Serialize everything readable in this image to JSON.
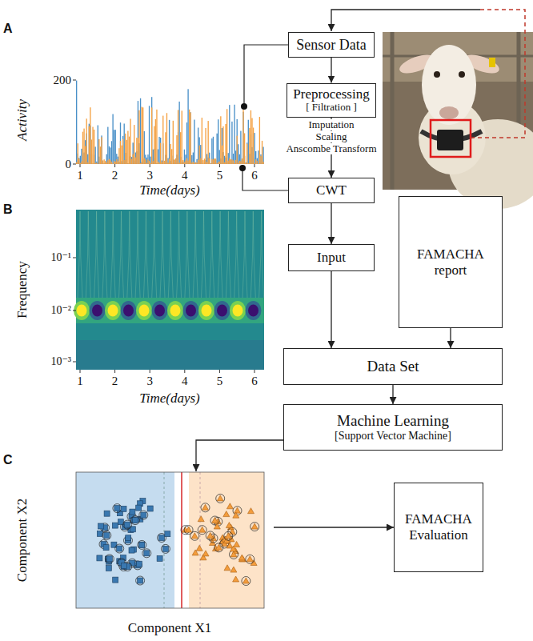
{
  "diagram": {
    "nodes": [
      {
        "text": [
          "Sensor Data"
        ]
      },
      {
        "text": [
          "Preprocessing",
          "[ Filtration ]"
        ]
      },
      {
        "text": [
          "CWT"
        ]
      },
      {
        "text": [
          "Input"
        ]
      },
      {
        "text": [
          "FAMACHA report"
        ]
      },
      {
        "text": [
          "Data Set"
        ]
      },
      {
        "text": [
          "Machine Learning",
          "[Support Vector Machine]"
        ]
      },
      {
        "text": [
          "FAMACHA Evaluation"
        ]
      }
    ],
    "edges": [
      {
        "from": 0,
        "to": 1,
        "arrow": "to"
      },
      {
        "from": 1,
        "to": 2,
        "arrow": "to"
      },
      {
        "from": 2,
        "to": 3,
        "arrow": "to"
      },
      {
        "from": 3,
        "to": 5,
        "arrow": "to"
      },
      {
        "from": 4,
        "to": 5,
        "arrow": "to"
      },
      {
        "from": 5,
        "to": 6,
        "arrow": "to"
      }
    ],
    "labels": [
      "A",
      "Activity",
      "200",
      "0",
      "1",
      "2",
      "3",
      "4",
      "5",
      "6",
      "Time(days)",
      "Imputation",
      "Scaling",
      "Anscombe Transform",
      "B",
      "Frequency",
      "10⁻¹",
      "10⁻²",
      "10⁻³",
      "1",
      "2",
      "3",
      "4",
      "5",
      "6",
      "Time(days)",
      "C",
      "Component X2",
      "Component X1"
    ]
  }
}
